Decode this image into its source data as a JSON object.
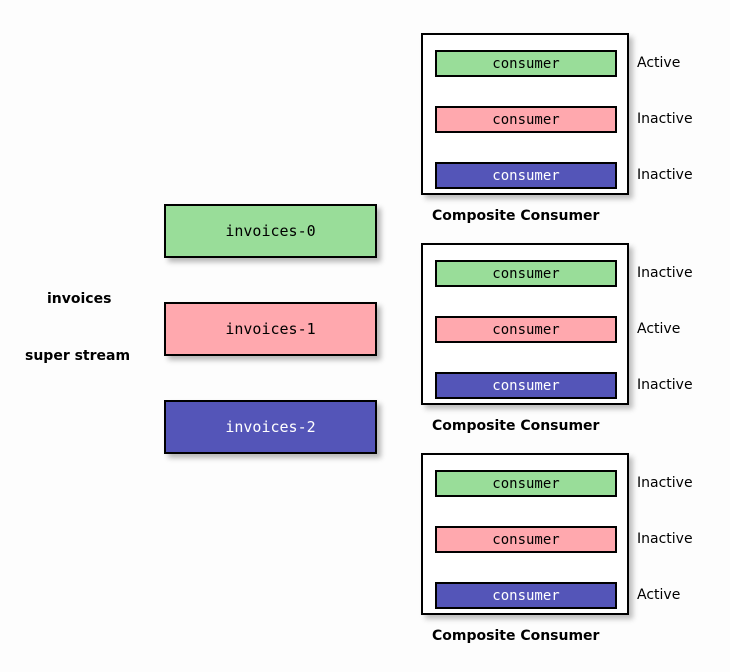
{
  "palette": {
    "green": "#99DD99",
    "pink": "#FFA8AE",
    "blue": "#5455B8",
    "stroke": "#000000",
    "background": "#fdfdfd",
    "text_dark": "#000000",
    "text_light": "#ffffff"
  },
  "super_stream": {
    "name": "invoices",
    "kind": "super stream",
    "partitions": [
      {
        "label": "invoices-0",
        "color": "green",
        "text_color": "dark"
      },
      {
        "label": "invoices-1",
        "color": "pink",
        "text_color": "dark"
      },
      {
        "label": "invoices-2",
        "color": "blue",
        "text_color": "light"
      }
    ]
  },
  "groups": [
    {
      "caption": "Composite Consumer",
      "consumers": [
        {
          "label": "consumer",
          "color": "green",
          "text_color": "dark",
          "state": "Active"
        },
        {
          "label": "consumer",
          "color": "pink",
          "text_color": "dark",
          "state": "Inactive"
        },
        {
          "label": "consumer",
          "color": "blue",
          "text_color": "light",
          "state": "Inactive"
        }
      ]
    },
    {
      "caption": "Composite Consumer",
      "consumers": [
        {
          "label": "consumer",
          "color": "green",
          "text_color": "dark",
          "state": "Inactive"
        },
        {
          "label": "consumer",
          "color": "pink",
          "text_color": "dark",
          "state": "Active"
        },
        {
          "label": "consumer",
          "color": "blue",
          "text_color": "light",
          "state": "Inactive"
        }
      ]
    },
    {
      "caption": "Composite Consumer",
      "consumers": [
        {
          "label": "consumer",
          "color": "green",
          "text_color": "dark",
          "state": "Inactive"
        },
        {
          "label": "consumer",
          "color": "pink",
          "text_color": "dark",
          "state": "Inactive"
        },
        {
          "label": "consumer",
          "color": "blue",
          "text_color": "light",
          "state": "Active"
        }
      ]
    }
  ]
}
